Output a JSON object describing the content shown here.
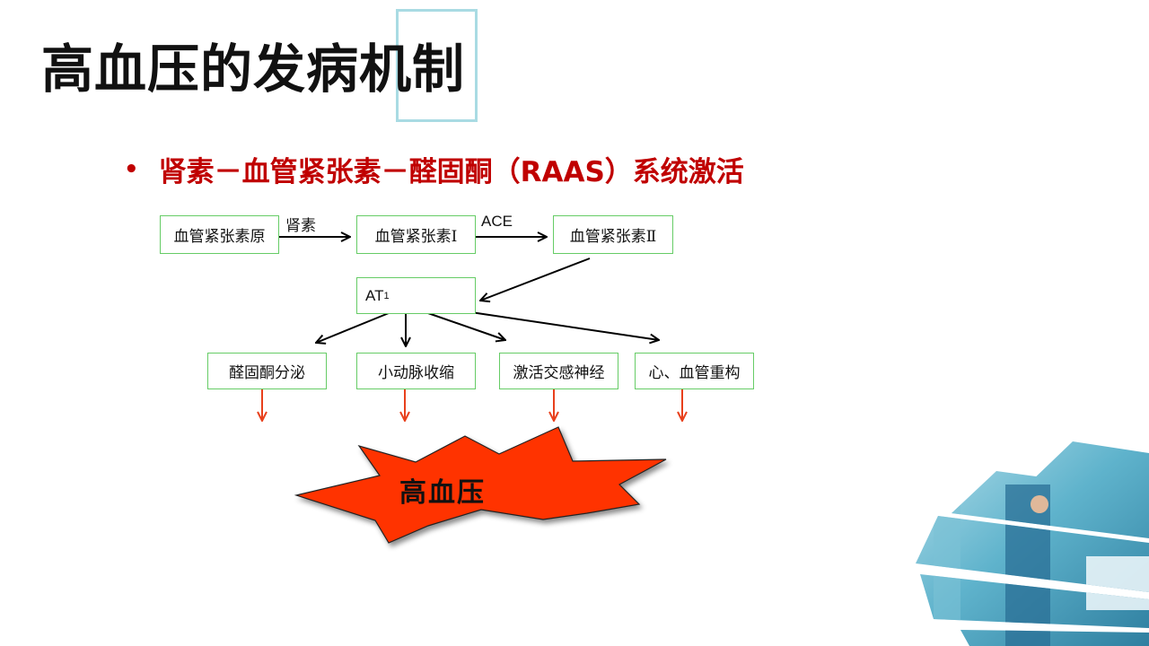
{
  "slide": {
    "title": "高血压的发病机制",
    "bullet": "肾素－血管紧张素－醛固酮（RAAS）系统激活"
  },
  "diagram": {
    "nodes": {
      "angiotensinogen": "血管紧张素原",
      "angiotensin1": "血管紧张素Ⅰ",
      "angiotensin2": "血管紧张素Ⅱ",
      "at1": "AT",
      "at1_sub": "1",
      "aldosterone": "醛固酮分泌",
      "arteriole": "小动脉收缩",
      "sympathetic": "激活交感神经",
      "remodeling": "心、血管重构"
    },
    "edge_labels": {
      "renin": "肾素",
      "ace": "ACE"
    },
    "outcome": "高血压"
  },
  "colors": {
    "title_frame": "#a9dbe3",
    "bullet_text": "#c00000",
    "box_border": "#66cc66",
    "arrow_black": "#000000",
    "arrow_red": "#e8401c",
    "burst_fill": "#ff3300"
  },
  "icons": [
    "bullet-dot-icon",
    "starburst-shape",
    "hospital-corridor-photo"
  ]
}
